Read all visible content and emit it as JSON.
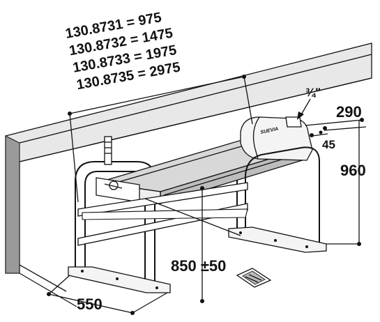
{
  "models": [
    {
      "code": "130.8731",
      "length": "975"
    },
    {
      "code": "130.8732",
      "length": "1475"
    },
    {
      "code": "130.8733",
      "length": "1975"
    },
    {
      "code": "130.8735",
      "length": "2975"
    }
  ],
  "model_lines": [
    "130.8731 = 975",
    "130.8732 = 1475",
    "130.8733 = 1975",
    "130.8735 = 2975"
  ],
  "dimensions": {
    "inlet_size": "¾\"",
    "depth_top": "290",
    "height": "960",
    "angle_offset": "45",
    "mount_height": "850 ±50",
    "foot_width": "550"
  },
  "brand": "SUEVIA"
}
